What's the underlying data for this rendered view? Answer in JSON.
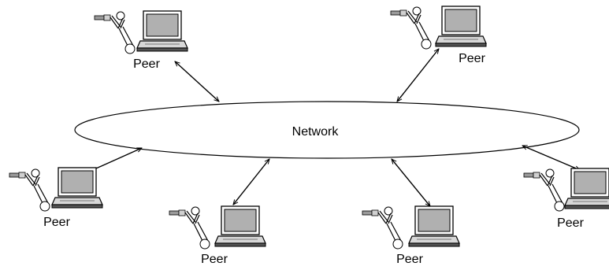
{
  "network": {
    "label": "Network"
  },
  "peers": [
    {
      "label": "Peer"
    },
    {
      "label": "Peer"
    },
    {
      "label": "Peer"
    },
    {
      "label": "Peer"
    },
    {
      "label": "Peer"
    },
    {
      "label": "Peer"
    }
  ],
  "colors": {
    "stroke": "#000000",
    "screen": "#b0b0b0",
    "laptop_body": "#d8d8d8",
    "robot_gray": "#9a9a9a"
  }
}
